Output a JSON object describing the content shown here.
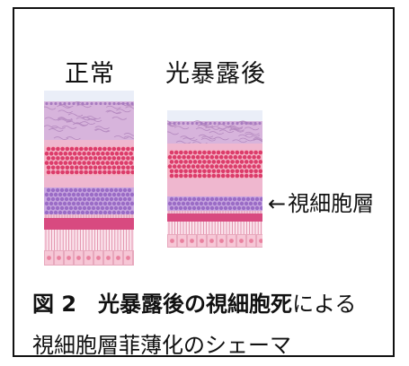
{
  "labels": {
    "normal": "正常",
    "exposed": "光暴露後",
    "arrow": "←",
    "layer": "視細胞層"
  },
  "caption": {
    "bold": "図 2　光暴露後の視細胞死",
    "rest_line1": "による",
    "line2": "視細胞層菲薄化のシェーマ"
  },
  "colors": {
    "border": "#111111",
    "caption_bold": "#111111",
    "top_pale": "#eaeef8",
    "fiber_mauve": "#d7b4dc",
    "pink_band": "#efb7cf",
    "red_dot": "#dc3c6a",
    "purple_dot": "#9a6cc6",
    "magenta_band": "#d84a80",
    "rpe_cells": "#f6c7d6"
  },
  "icons": [
    "left-arrow-icon"
  ]
}
